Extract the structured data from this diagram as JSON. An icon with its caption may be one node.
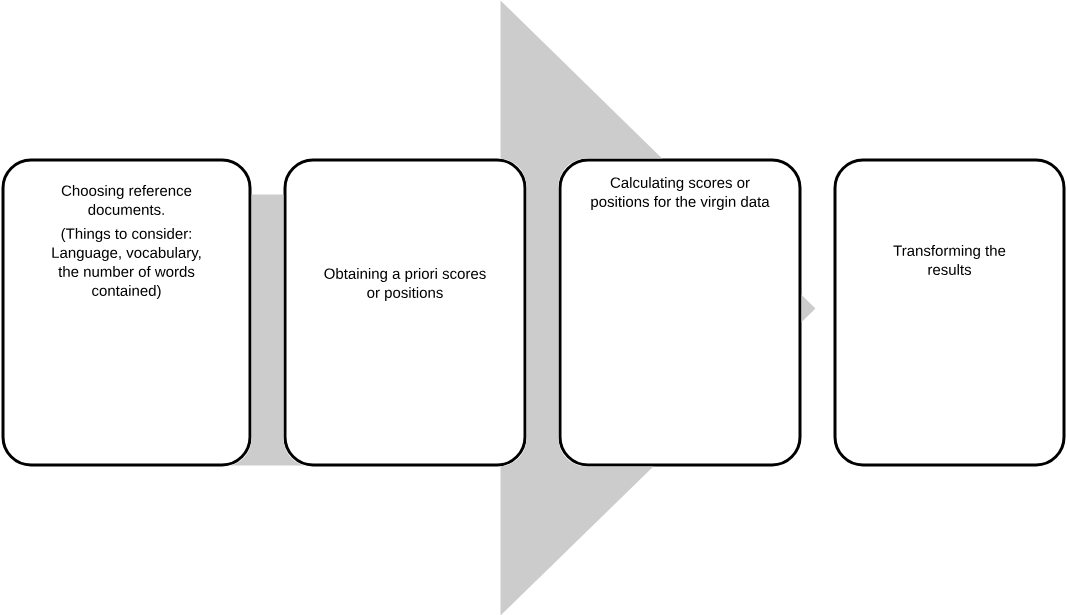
{
  "diagram": {
    "nodes": [
      {
        "text": [
          "Choosing reference documents.",
          "(Things to consider: Language, vocabulary, the number of words contained)"
        ]
      },
      {
        "text": [
          "Obtaining a priori scores or positions"
        ]
      },
      {
        "text": [
          "Calculating scores or positions for the virgin data"
        ]
      },
      {
        "text": [
          "Transforming the results"
        ]
      }
    ],
    "edges": [
      {
        "from": 0,
        "to": 3,
        "arrow": "to"
      }
    ]
  }
}
